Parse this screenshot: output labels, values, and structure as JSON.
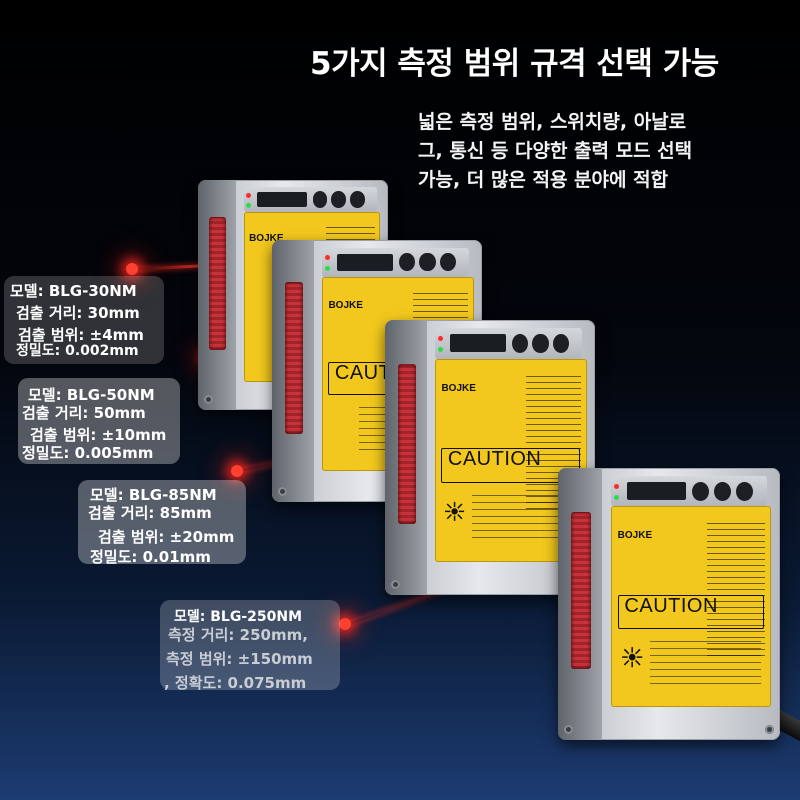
{
  "headline": "5가지 측정 범위 규격 선택 가능",
  "subtext": [
    "넓은 측정 범위, 스위치량, 아날로",
    "그, 통신 등 다양한 출력 모드 선택",
    "가능, 더 많은 적용 분야에 적합"
  ],
  "brand": "BOJKE",
  "caution_label": "CAUTION",
  "models": [
    {
      "model": "모델: BLG-30NM",
      "distance": "검출 거리: 30mm",
      "range": "검출 범위: ±4mm",
      "precision": "정밀도: 0.002mm"
    },
    {
      "model": "모델: BLG-50NM",
      "distance": "검출 거리: 50mm",
      "range": "검출 범위: ±10mm",
      "precision": "정밀도: 0.005mm"
    },
    {
      "model": "모델: BLG-85NM",
      "distance": "검출 거리: 85mm",
      "range": "검출 범위: ±20mm",
      "precision": "정밀도: 0.01mm"
    },
    {
      "model": "모델: BLG-250NM",
      "distance": "측정 거리: 250mm,",
      "range": "측정 범위: ±150mm",
      "precision": ", 정확도: 0.075mm"
    }
  ],
  "colors": {
    "laser": "#ff3020",
    "label_yellow": "#f2c81e",
    "bg_bottom": "#1d3c72"
  }
}
